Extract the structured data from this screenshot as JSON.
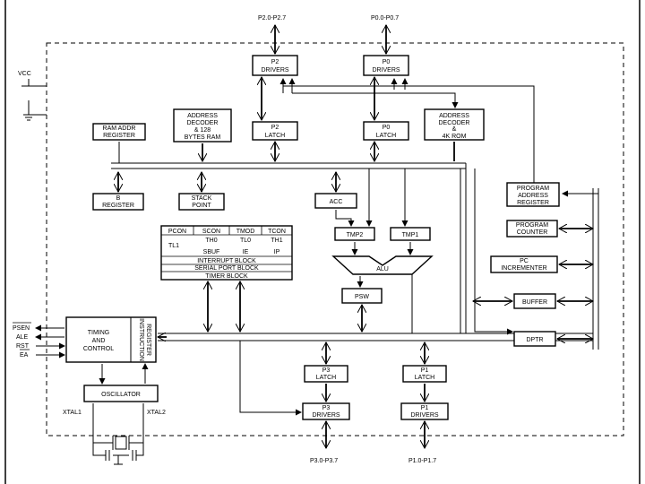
{
  "ports": {
    "p2": "P2.0-P2.7",
    "p0": "P0.0-P0.7",
    "p3": "P3.0-P3.7",
    "p1": "P1.0-P1.7"
  },
  "power": {
    "vcc": "VCC"
  },
  "pins": {
    "psen": "PSEN",
    "ale": "ALE",
    "rst": "RST",
    "ea": "EA"
  },
  "xtal": {
    "xtal1": "XTAL1",
    "xtal2": "XTAL2"
  },
  "blocks": {
    "p2_drivers": [
      "P2",
      "DRIVERS"
    ],
    "p0_drivers": [
      "P0",
      "DRIVERS"
    ],
    "address_decoder_ram": [
      "ADDRESS",
      "DECODER",
      "& 128",
      "BYTES RAM"
    ],
    "p2_latch": [
      "P2",
      "LATCH"
    ],
    "p0_latch": [
      "P0",
      "LATCH"
    ],
    "address_decoder_rom": [
      "ADDRESS",
      "DECODER",
      "&",
      "4K ROM"
    ],
    "ram_addr_register": [
      "RAM ADDR",
      "REGISTER"
    ],
    "b_register": [
      "B",
      "REGISTER"
    ],
    "stack_point": [
      "STACK",
      "POINT"
    ],
    "acc": [
      "ACC"
    ],
    "tmp2": [
      "TMP2"
    ],
    "tmp1": [
      "TMP1"
    ],
    "alu": [
      "ALU"
    ],
    "psw": [
      "PSW"
    ],
    "program_address_register": [
      "PROGRAM",
      "ADDRESS",
      "REGISTER"
    ],
    "program_counter": [
      "PROGRAM",
      "COUNTER"
    ],
    "pc_incrementer": [
      "PC",
      "INCREMENTER"
    ],
    "buffer": [
      "BUFFER"
    ],
    "dptr": [
      "DPTR"
    ],
    "timing_control": [
      "TIMING",
      "AND",
      "CONTROL"
    ],
    "instruction_register": [
      "INSTRUCTION",
      "REGISTER"
    ],
    "oscillator": [
      "OSCILLATOR"
    ],
    "p3_latch": [
      "P3",
      "LATCH"
    ],
    "p1_latch": [
      "P1",
      "LATCH"
    ],
    "p3_drivers": [
      "P3",
      "DRIVERS"
    ],
    "p1_drivers": [
      "P1",
      "DRIVERS"
    ]
  },
  "sfr": {
    "row1": [
      "PCON",
      "SCON",
      "TMOD",
      "TCON"
    ],
    "row2": [
      "TH0",
      "TL0",
      "TH1"
    ],
    "row3": [
      "TL1"
    ],
    "row4": [
      "SBUF",
      "IE",
      "IP"
    ],
    "interrupt": "INTERRUPT BLOCK",
    "serial": "SERIAL PORT BLOCK",
    "timer": "TIMER BLOCK"
  }
}
